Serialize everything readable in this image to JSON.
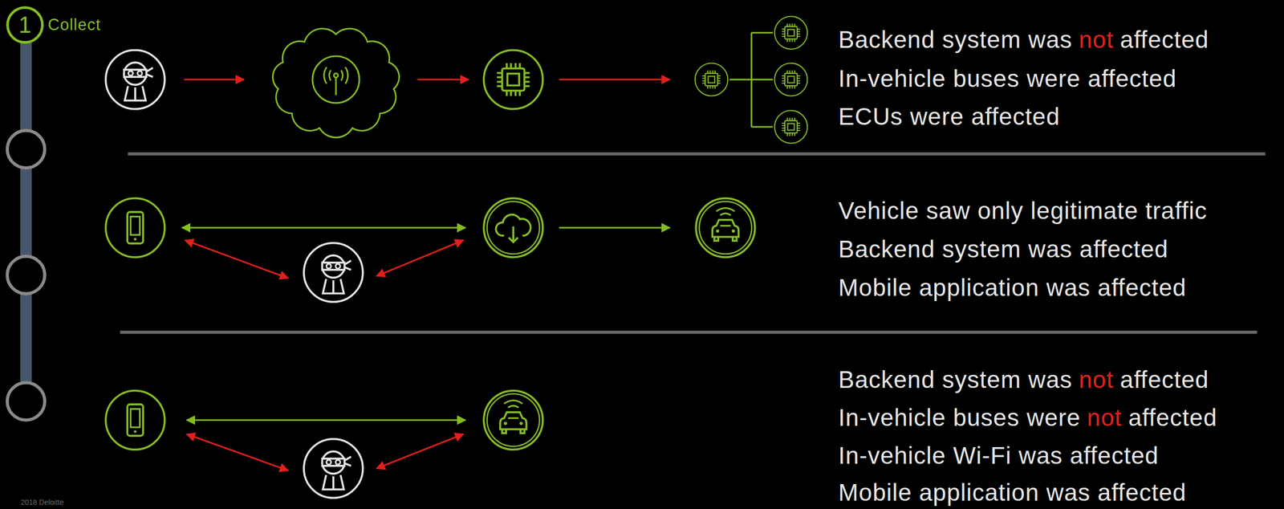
{
  "diagram": {
    "nodes": [
      {
        "text": [
          "1",
          "Collect"
        ]
      }
    ],
    "labels": [
      "Backend system was",
      "not",
      "affected",
      "In-vehicle buses were affected",
      "ECUs were affected",
      "Vehicle saw only legitimate traffic",
      "Backend system was affected",
      "Mobile application was affected",
      "Backend system was",
      "not",
      "affected",
      "In-vehicle buses were",
      "not",
      "affected",
      "In-vehicle Wi-Fi was affected",
      "Mobile application was affected",
      "2018 Deloitte"
    ]
  }
}
